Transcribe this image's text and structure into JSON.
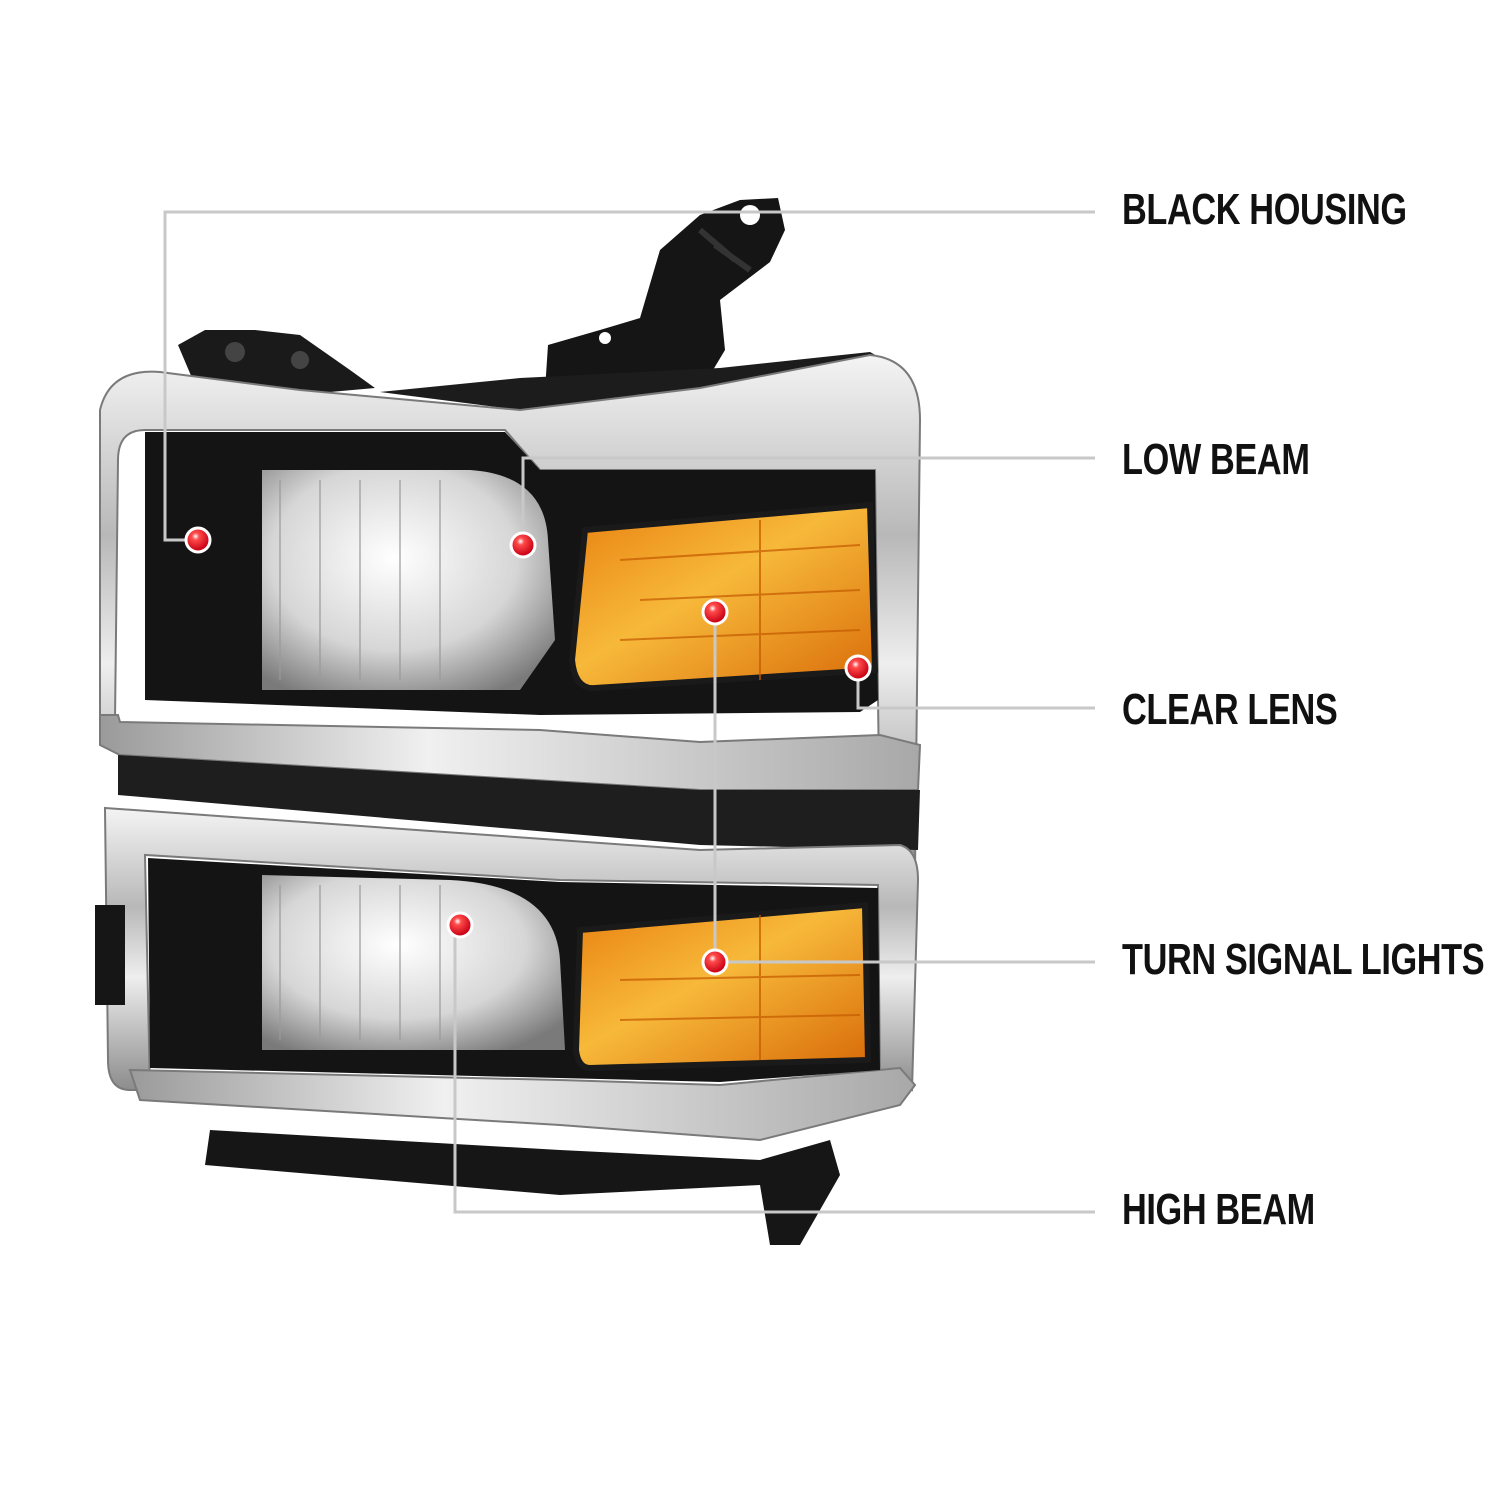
{
  "callouts": [
    {
      "label": "BLACK HOUSING"
    },
    {
      "label": "LOW BEAM"
    },
    {
      "label": "CLEAR LENS"
    },
    {
      "label": "TURN SIGNAL LIGHTS"
    },
    {
      "label": "HIGH BEAM"
    }
  ],
  "colors": {
    "leader_line": "#c8c8c8",
    "marker_dot": "#e0001b",
    "amber_lens": "#f0a020",
    "chrome": "#d8d8d8",
    "housing": "#141414",
    "label_text": "#111111"
  }
}
